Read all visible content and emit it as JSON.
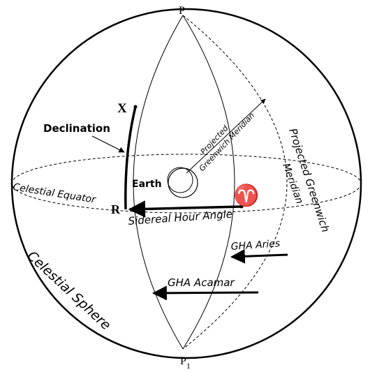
{
  "labels": {
    "north_pole": "P",
    "south_pole": "P",
    "south_pole_subscript": "1",
    "star_position": "X",
    "star_ref": "R",
    "aries_symbol": "♈",
    "declination": "Declination",
    "earth": "Earth",
    "celestial_equator": "Celestial Equator",
    "celestial_sphere": "Celestial Sphere",
    "sidereal_hour_angle": "Sidereal Hour Angle",
    "gha_aries": "GHA Aries",
    "gha_acamar": "GHA Acamar",
    "projected_meridian_line1": "Projected",
    "projected_meridian_line2": "Greenwich Meridian",
    "projected_greenwich_outer": "Projected Greenwich",
    "meridian_outer": "Meridian"
  }
}
